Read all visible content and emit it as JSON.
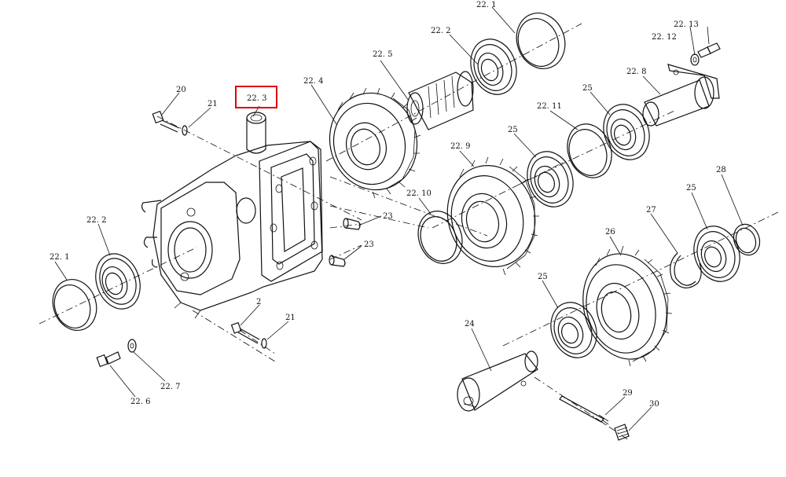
{
  "labels": {
    "p22_1_top": "22. 1",
    "p22_13": "22. 13",
    "p22_12": "22. 12",
    "p22_2_top": "22. 2",
    "p22_5": "22. 5",
    "p22_8": "22. 8",
    "p22_4": "22. 4",
    "p25_a": "25",
    "p20": "20",
    "p22_3": "22. 3",
    "p21_a": "21",
    "p22_11": "22. 11",
    "p25_b": "25",
    "p22_9": "22. 9",
    "p28": "28",
    "p22_10": "22. 10",
    "p25_c": "25",
    "p27": "27",
    "p22_2_left": "22. 2",
    "p23_a": "23",
    "p26": "26",
    "p23_b": "23",
    "p22_1_left": "22. 1",
    "p25_d": "25",
    "p2": "2",
    "p21_b": "21",
    "p24": "24",
    "p22_7": "22. 7",
    "p22_6": "22. 6",
    "p29": "29",
    "p30": "30"
  },
  "highlight": {
    "part": "22. 3",
    "color": "#e00000"
  }
}
